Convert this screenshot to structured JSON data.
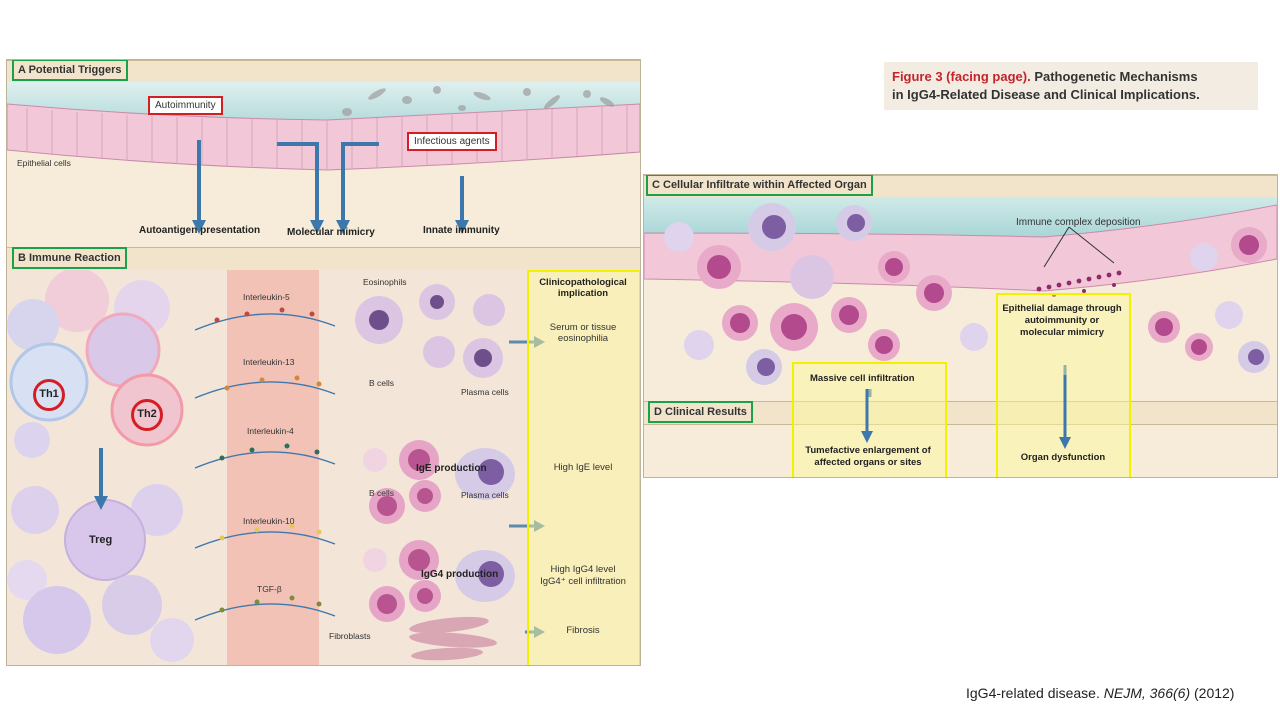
{
  "figure_title": {
    "prefix": "Figure 3 (facing page).",
    "line1": "Pathogenetic Mechanisms",
    "line2": "in IgG4-Related Disease and Clinical Implications."
  },
  "citation": {
    "text_prefix": "IgG4-related disease.",
    "journal": "NEJM, 366(6)",
    "year": "(2012)"
  },
  "panel_a": {
    "header": "A  Potential Triggers",
    "epithelial": "Epithelial cells",
    "autoimmunity": "Autoimmunity",
    "infectious": "Infectious agents",
    "autoantigen": "Autoantigen presentation",
    "mimicry": "Molecular mimicry",
    "innate": "Innate immunity"
  },
  "panel_b": {
    "header": "B  Immune Reaction",
    "th1": "Th1",
    "th2": "Th2",
    "treg": "Treg",
    "cytokines": [
      "Interleukin-5",
      "Interleukin-13",
      "Interleukin-4",
      "Interleukin-10",
      "TGF-β"
    ],
    "eosinophils": "Eosinophils",
    "bcells1": "B cells",
    "plasma1": "Plasma cells",
    "ige_prod": "IgE production",
    "bcells2": "B cells",
    "plasma2": "Plasma cells",
    "igg4_prod": "IgG4 production",
    "fibroblasts": "Fibroblasts",
    "clinico_title": "Clinicopathological implication",
    "implications": {
      "eos": "Serum or tissue eosinophilia",
      "ige": "High IgE level",
      "igg4": "High IgG4 level",
      "igg4_cells": "IgG4⁺ cell infiltration",
      "fibrosis": "Fibrosis"
    }
  },
  "panel_c": {
    "header": "C  Cellular Infiltrate within Affected Organ",
    "immune_complex": "Immune complex deposition",
    "epithelial_damage": "Epithelial damage through autoimmunity or molecular mimicry",
    "massive": "Massive cell infiltration"
  },
  "panel_d": {
    "header": "D  Clinical Results",
    "tumefactive": "Tumefactive enlargement of affected organs or sites",
    "dysfunction": "Organ dysfunction"
  },
  "colors": {
    "green_box": "#1aa24a",
    "red_box": "#d51d24",
    "yellow_box": "#f2f200",
    "arrow": "#3d78ad"
  }
}
